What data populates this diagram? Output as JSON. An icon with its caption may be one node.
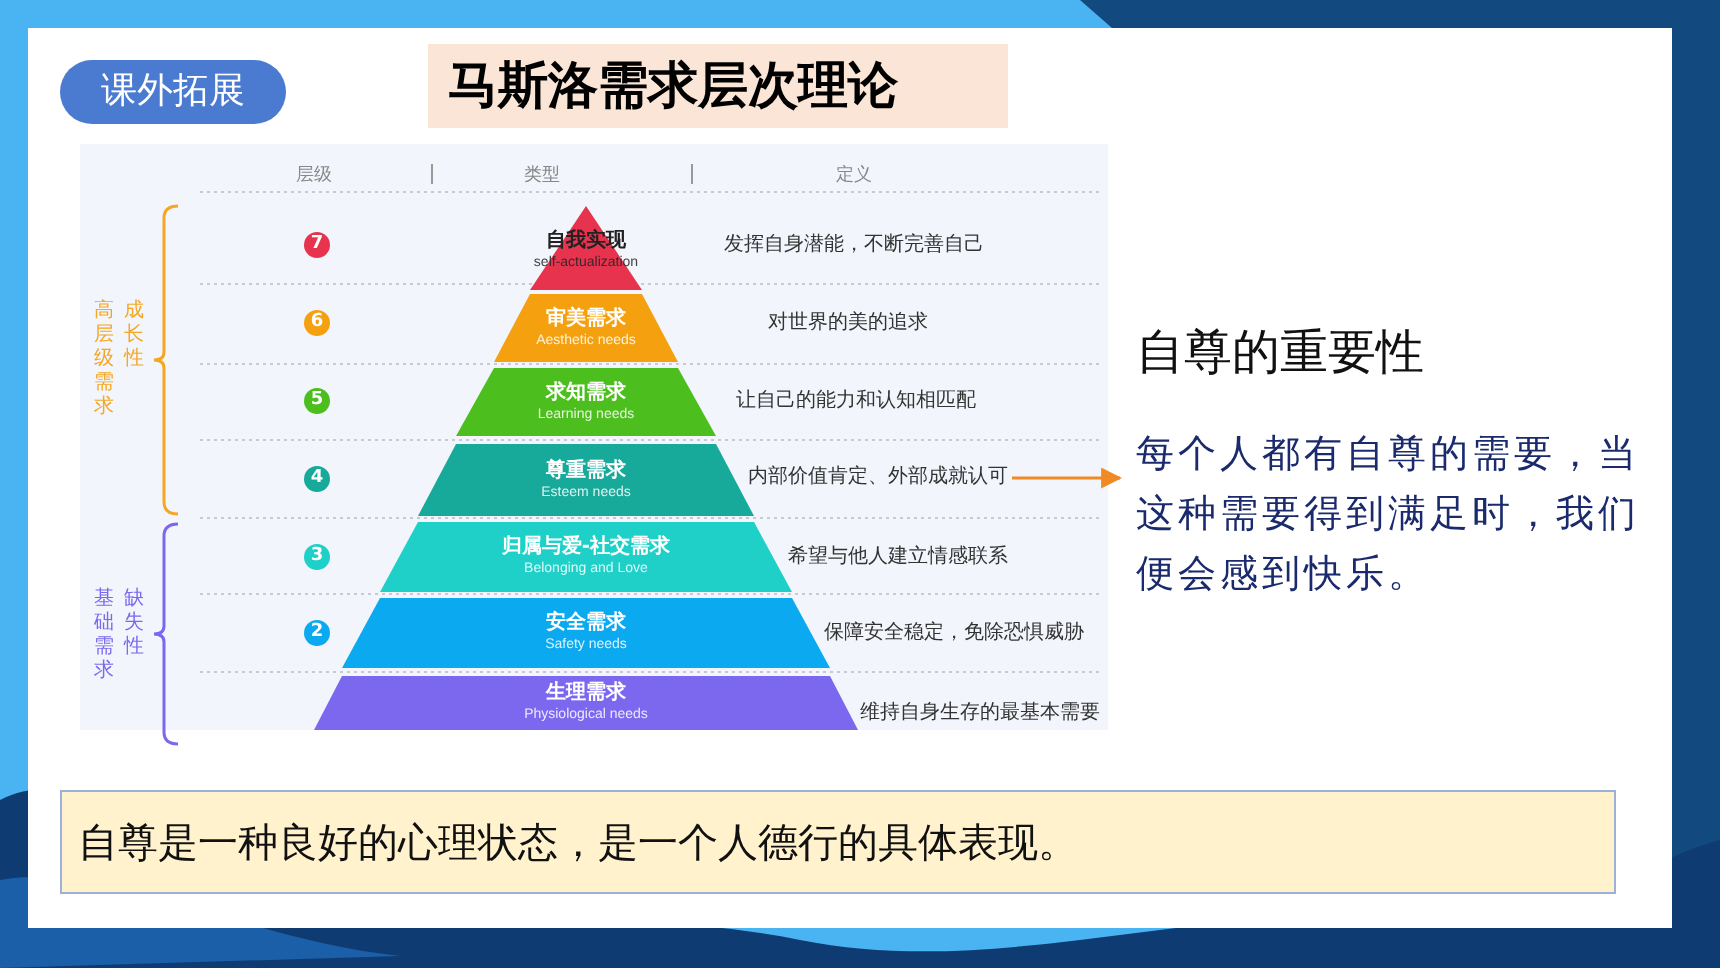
{
  "diagram": {
    "title": "马斯洛需求层次理论",
    "nodes": [
      {
        "text": [
          "课外拓展"
        ]
      },
      {
        "text": [
          "自我实现",
          "self-actualization"
        ]
      },
      {
        "text": [
          "审美需求",
          "Aesthetic needs"
        ]
      },
      {
        "text": [
          "求知需求",
          "Learning needs"
        ]
      },
      {
        "text": [
          "尊重需求",
          "Esteem needs"
        ]
      },
      {
        "text": [
          "归属与爱-社交需求",
          "Belonging and Love"
        ]
      },
      {
        "text": [
          "安全需求",
          "Safety needs"
        ]
      },
      {
        "text": [
          "生理需求",
          "Physiological needs"
        ]
      },
      {
        "text": [
          "内部价值肯定、外部成就认可"
        ]
      },
      {
        "text": [
          "自尊的重要性",
          "每个人都有自尊的需要，当这种需要得到满足时，我们便会感到快乐。"
        ]
      },
      {
        "text": [
          "自尊是一种良好的心理状态，是一个人德行的具体表现。"
        ]
      }
    ],
    "edges": [
      {
        "from": 8,
        "to": 9,
        "arrow": "to",
        "color": "#f08a24"
      }
    ],
    "labels": [
      "层级",
      "类型",
      "定义",
      "高层级需求",
      "成长性",
      "基础需求",
      "缺失性",
      "7",
      "6",
      "5",
      "4",
      "3",
      "2",
      "发挥自身潜能，不断完善自己",
      "对世界的美的追求",
      "让自己的能力和认知相匹配",
      "希望与他人建立情感联系",
      "保障安全稳定，免除恐惧威胁",
      "维持自身生存的最基本需要"
    ]
  }
}
